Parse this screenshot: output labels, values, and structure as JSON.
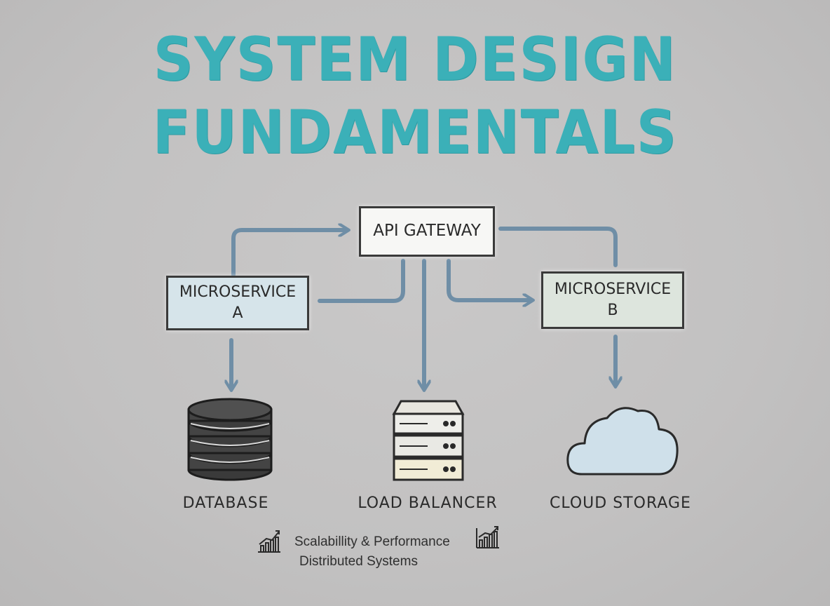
{
  "title": {
    "line1": "SYSTEM DESIGN",
    "line2": "FUNDAMENTALS",
    "color": "#3bb0b8"
  },
  "nodes": {
    "api_gateway": "API GATEWAY",
    "microservice_a": "MICROSERVICE\nA",
    "microservice_b": "MICROSERVICE\nB"
  },
  "components": {
    "database": "DATABASE",
    "load_balancer": "LOAD BALANCER",
    "cloud_storage": "CLOUD STORAGE"
  },
  "footer": {
    "line1": "Scalabillity & Performance",
    "line2": "Distributed Systems",
    "icon_left": "growth-chart-icon",
    "icon_right": "growth-chart-icon"
  },
  "colors": {
    "arrow": "#6f8ea6",
    "microservice_a_fill": "#d6e4ea",
    "microservice_b_fill": "#dde5dd",
    "cloud_fill": "#cfe0ea"
  }
}
